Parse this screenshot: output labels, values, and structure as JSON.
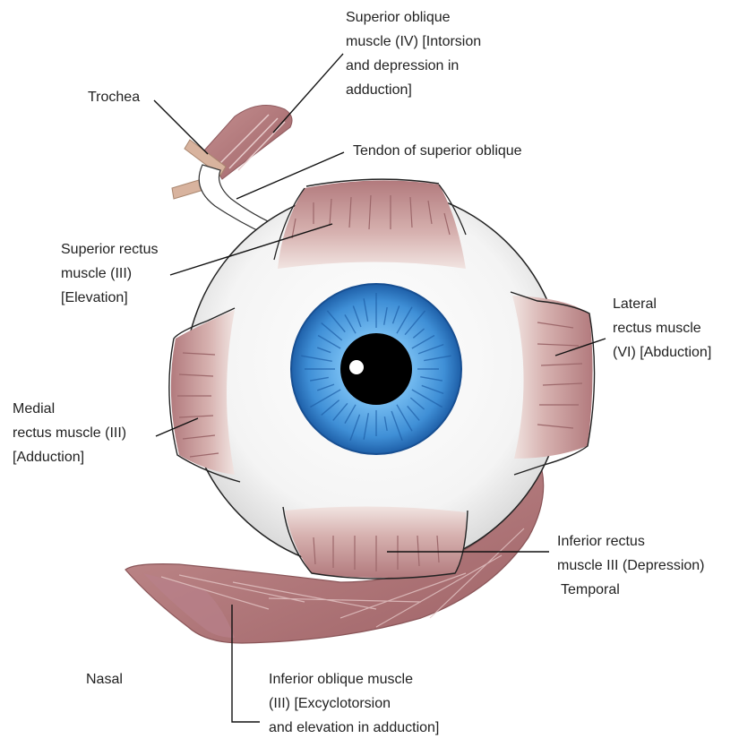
{
  "labels": {
    "superior_oblique": [
      "Superior oblique",
      "muscle (IV) [Intorsion",
      "and depression in",
      "adduction]"
    ],
    "trochea": [
      "Trochea"
    ],
    "tendon": [
      "Tendon of superior oblique"
    ],
    "superior_rectus": [
      "Superior rectus",
      "muscle (III)",
      "[Elevation]"
    ],
    "lateral_rectus": [
      "Lateral",
      "rectus muscle",
      "(VI) [Abduction]"
    ],
    "medial_rectus": [
      "Medial",
      "rectus muscle (III)",
      "[Adduction]"
    ],
    "inferior_rectus": [
      "Inferior rectus",
      "muscle III (Depression)",
      "Temporal"
    ],
    "nasal": [
      "Nasal"
    ],
    "inferior_oblique": [
      "Inferior oblique muscle",
      "(III) [Excyclotorsion",
      "and elevation in adduction]"
    ]
  },
  "colors": {
    "muscle": "#c9a0a0",
    "muscle_dark": "#a86f72",
    "muscle_light": "#e9d6d3",
    "tendon": "#d9b9a3",
    "sclera": "#ffffff",
    "iris": "#3f8fd6",
    "iris_dark": "#1e5fa8",
    "pupil": "#000000",
    "leader_line": "#111111"
  }
}
